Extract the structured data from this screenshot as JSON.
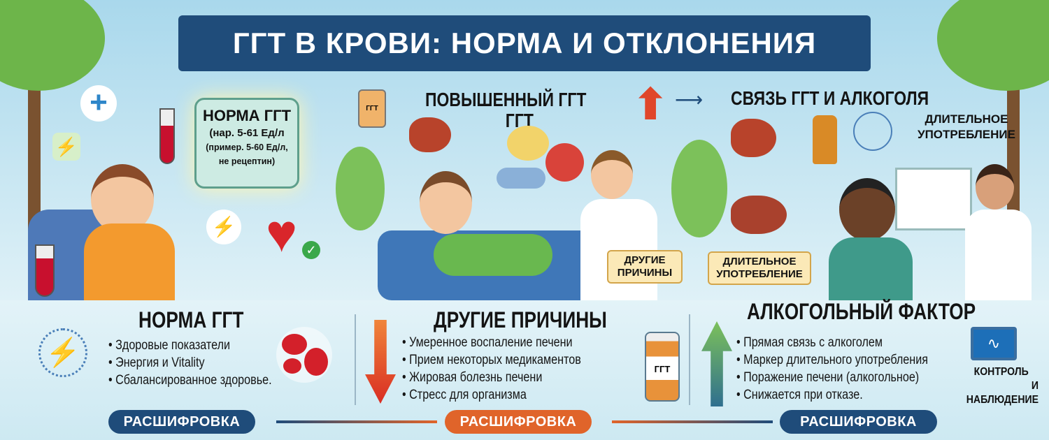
{
  "title": "ГГТ В КРОВИ: НОРМА И ОТКЛОНЕНИЯ",
  "norm_box": {
    "title": "НОРМА ГГТ",
    "line1": "(нар. 5-61 Ед/л",
    "line2": "(пример. 5-60 Ед/л,",
    "line3": "не рецептин)"
  },
  "top_middle": {
    "title_line1": "ПОВЫШЕННЫЙ ГГТ",
    "title_line2": "ГГТ",
    "jar_label": "ГГТ",
    "other_causes_label_line1": "ДРУГИЕ",
    "other_causes_label_line2": "ПРИЧИНЫ"
  },
  "top_right": {
    "title": "СВЯЗЬ ГГТ И АЛКОГОЛЯ",
    "long_use_line1": "ДЛИТЕЛЬНОЕ",
    "long_use_line2": "УПОТРЕБЛЕНИЕ",
    "long_use2_line1": "ДЛИТЕЛЬНОЕ",
    "long_use2_line2": "УПОТРЕБЛЕНИЕ"
  },
  "sections": [
    {
      "title": "НОРМА ГГТ",
      "items": [
        "Здоровые показатели",
        "Энергия и Vitality",
        "Сбалансированное здоровье."
      ],
      "button": "РАСШИФРОВКА",
      "color": "#1f4c7a"
    },
    {
      "title": "ДРУГИЕ ПРИЧИНЫ",
      "items": [
        "Умеренное воспаление печени",
        "Прием некоторых медикаментов",
        "Жировая болезнь печени",
        "Стресс для организма"
      ],
      "button": "РАСШИФРОВКА",
      "color": "#e0642a",
      "jar_label": "ГГТ"
    },
    {
      "title": "АЛКОГОЛЬНЫЙ ФАКТОР",
      "items": [
        "Прямая связь с алкоголем",
        "Маркер длительного употребления",
        "Поражение печени (алкогольное)",
        "Снижается при отказе."
      ],
      "button": "РАСШИФРОВКА",
      "color": "#1f4c7a",
      "monitor_line1": "КОНТРОЛЬ",
      "monitor_line2": "И НАБЛЮДЕНИЕ"
    }
  ],
  "colors": {
    "banner": "#1f4c7a",
    "accent_orange": "#e0642a",
    "arrow_red": "#e0462a",
    "arrow_green": "#5aa53f"
  }
}
